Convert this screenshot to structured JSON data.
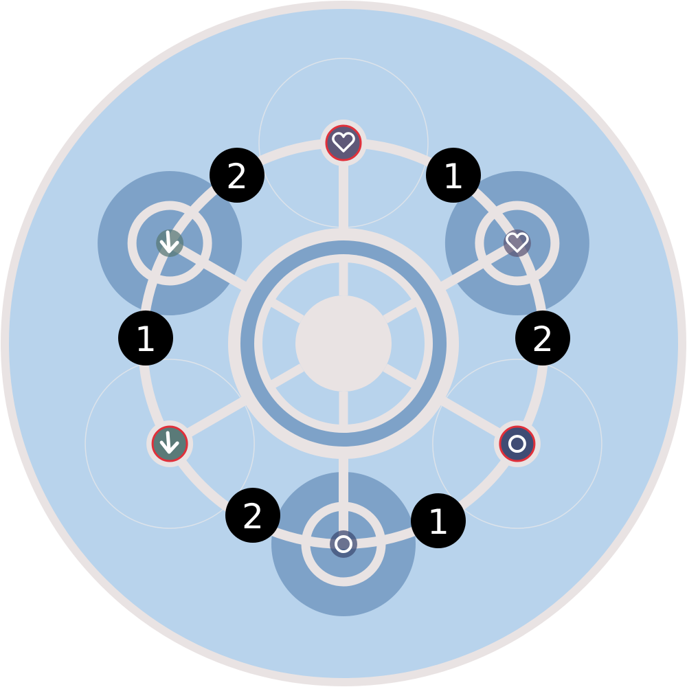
{
  "colors": {
    "board": "#b8d3ec",
    "track": "#e9e3e3",
    "zone": "#7ea2c8",
    "badge": "#000000",
    "highlight": "#e0303a"
  },
  "nodes": [
    {
      "id": "top",
      "icon": "heart-icon",
      "highlighted": true
    },
    {
      "id": "upper-right",
      "icon": "heart-icon",
      "highlighted": false
    },
    {
      "id": "lower-right",
      "icon": "circle-icon",
      "highlighted": true
    },
    {
      "id": "bottom",
      "icon": "circle-icon",
      "highlighted": false
    },
    {
      "id": "lower-left",
      "icon": "arrow-down-icon",
      "highlighted": true
    },
    {
      "id": "upper-left",
      "icon": "arrow-down-icon",
      "highlighted": false
    }
  ],
  "badges": [
    {
      "label": "2"
    },
    {
      "label": "1"
    },
    {
      "label": "1"
    },
    {
      "label": "2"
    },
    {
      "label": "2"
    },
    {
      "label": "1"
    }
  ]
}
